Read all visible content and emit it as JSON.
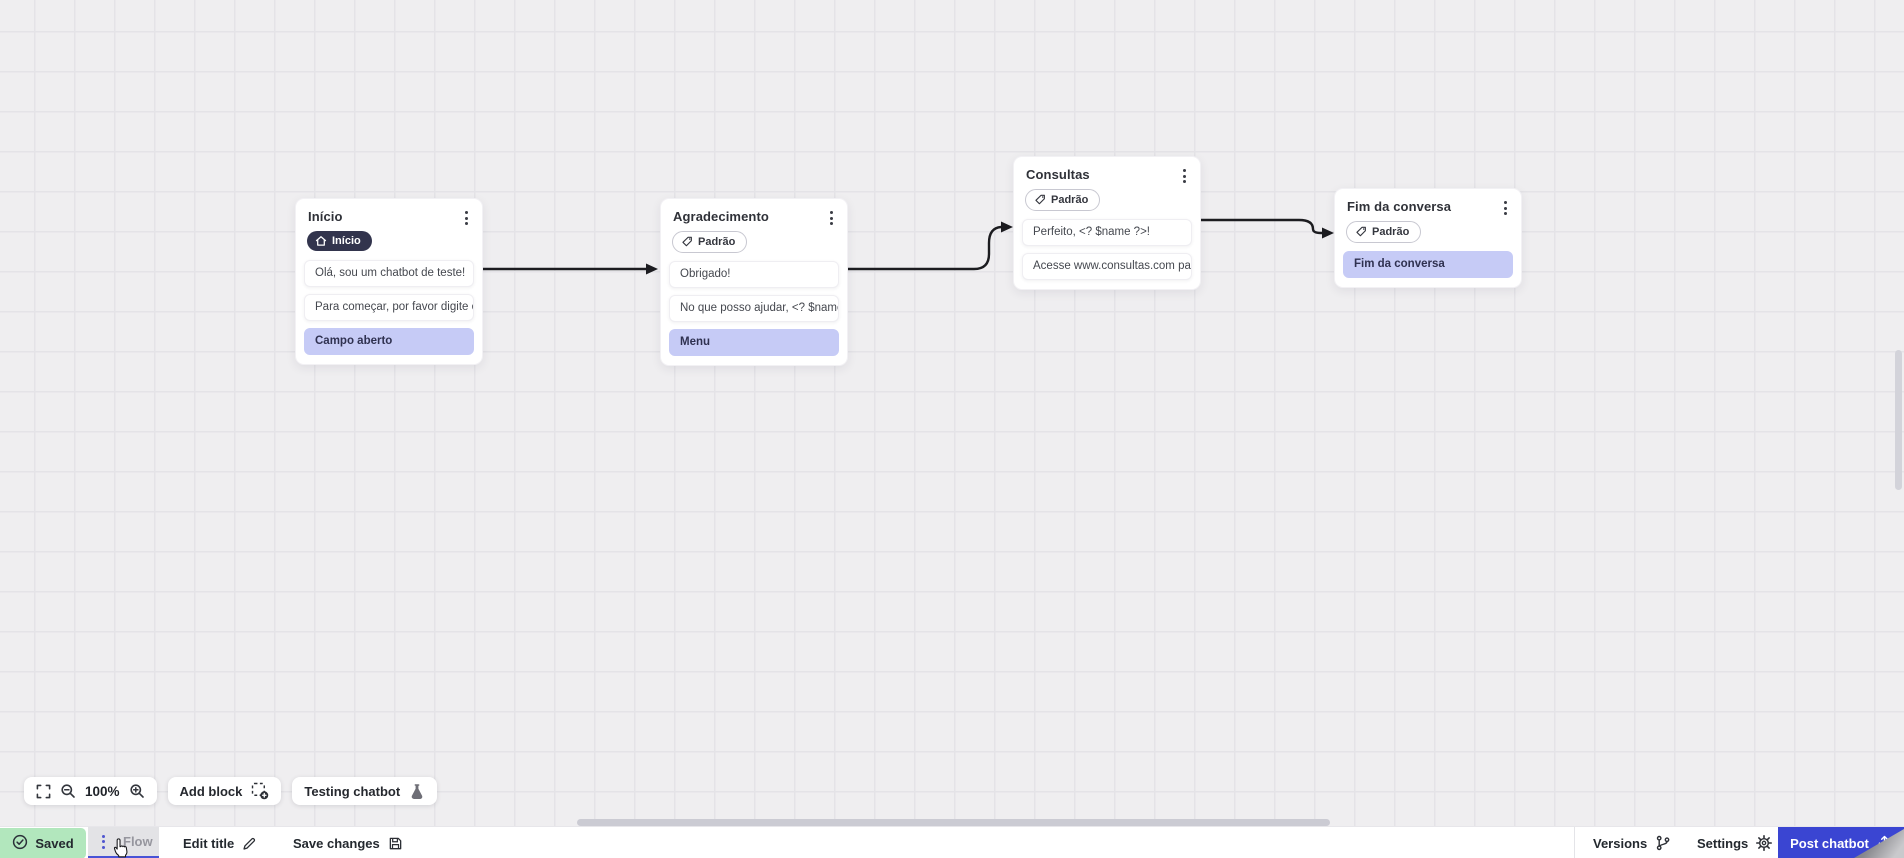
{
  "nodes": [
    {
      "title": "Início",
      "badge": {
        "label": "Início",
        "icon": "home-icon",
        "style": "dark"
      },
      "blocks": [
        {
          "text": "Olá, sou um chatbot de teste!",
          "kind": "text"
        },
        {
          "text": "Para começar, por favor digite o ...",
          "kind": "text"
        },
        {
          "text": "Campo aberto",
          "kind": "input"
        }
      ]
    },
    {
      "title": "Agradecimento",
      "badge": {
        "label": "Padrão",
        "icon": "tag-icon",
        "style": "light"
      },
      "blocks": [
        {
          "text": "Obrigado!",
          "kind": "text"
        },
        {
          "text": "No que posso ajudar, <? $name ...",
          "kind": "text"
        },
        {
          "text": "Menu",
          "kind": "input"
        }
      ]
    },
    {
      "title": "Consultas",
      "badge": {
        "label": "Padrão",
        "icon": "tag-icon",
        "style": "light"
      },
      "blocks": [
        {
          "text": "Perfeito, <? $name ?>!",
          "kind": "text"
        },
        {
          "text": "Acesse www.consultas.com par...",
          "kind": "text"
        }
      ]
    },
    {
      "title": "Fim da conversa",
      "badge": {
        "label": "Padrão",
        "icon": "tag-icon",
        "style": "light"
      },
      "blocks": [
        {
          "text": "Fim da conversa",
          "kind": "input"
        }
      ]
    }
  ],
  "toolbar": {
    "zoom_level": "100%",
    "add_block": "Add block",
    "testing_chatbot": "Testing chatbot",
    "icons": [
      "fullscreen-icon",
      "zoom-out-icon",
      "zoom-in-icon",
      "add-block-icon",
      "flask-icon"
    ]
  },
  "statusbar": {
    "saved": "Saved",
    "flow": "Flow",
    "edit_title": "Edit title",
    "save_changes": "Save changes",
    "versions": "Versions",
    "settings": "Settings",
    "post_chatbot": "Post chatbot",
    "icons": [
      "check-circle-icon",
      "kebab-icon",
      "pencil-icon",
      "floppy-icon",
      "branch-icon",
      "gear-icon",
      "upload-icon"
    ]
  },
  "colors": {
    "accent": "#3a45d2",
    "saved_bg": "#b2e7bd",
    "action_block_bg": "#c6cbf6",
    "dark_badge_bg": "#32344d",
    "flow_tab_underline": "#4853d6",
    "connector": "#1c1c20",
    "canvas_bg": "#efeef0",
    "grid_line": "#e4e3e7"
  }
}
